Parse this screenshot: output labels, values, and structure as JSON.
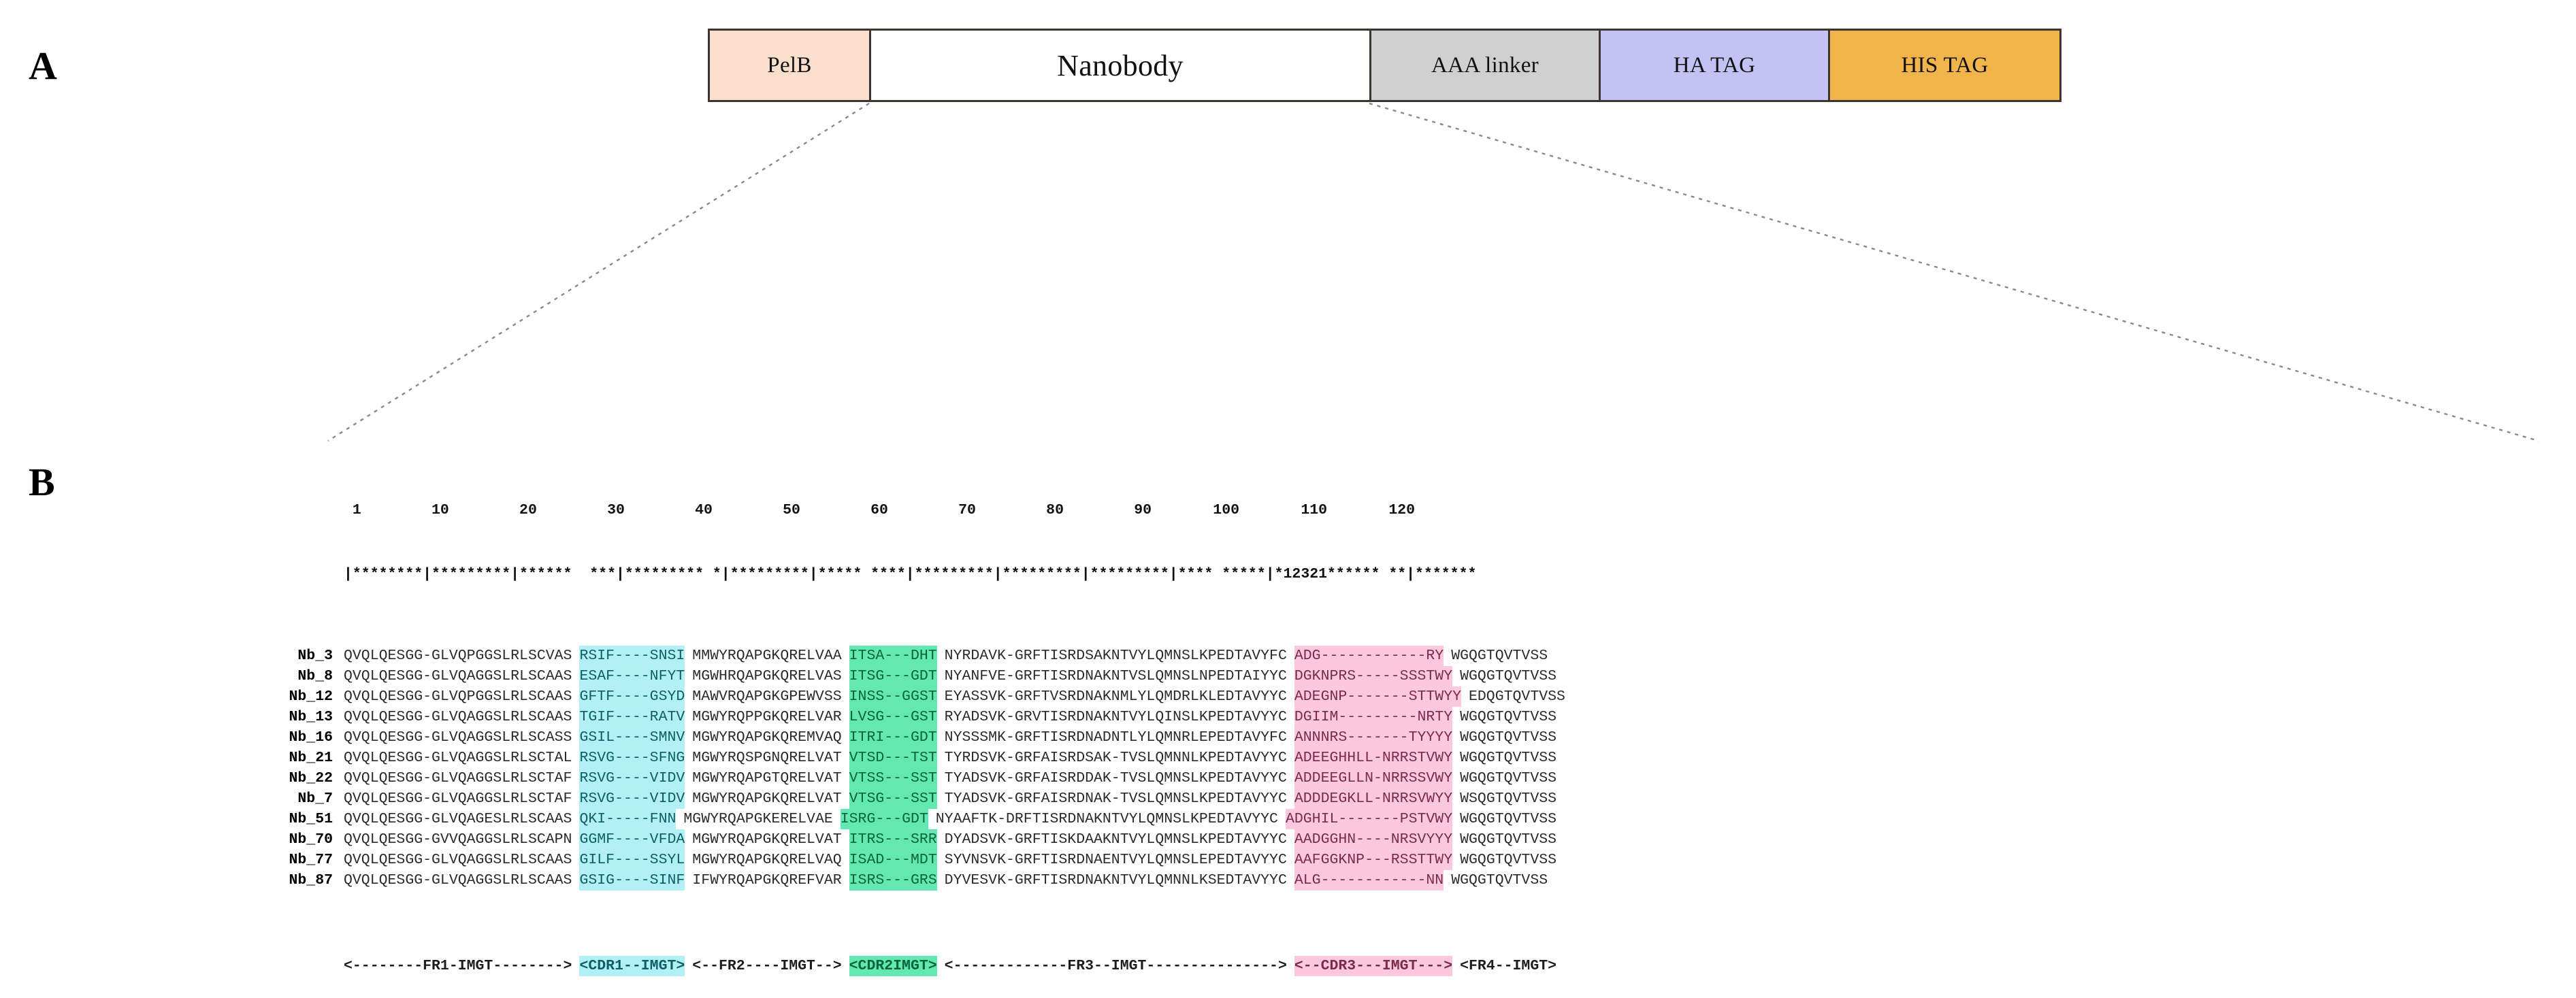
{
  "panels": {
    "a_label": "A",
    "b_label": "B"
  },
  "construct": {
    "segments": [
      {
        "name": "pelb",
        "label": "PelB",
        "color": "#fbdfcd"
      },
      {
        "name": "nanobody",
        "label": "Nanobody",
        "color": "#ffffff"
      },
      {
        "name": "linker",
        "label": "AAA linker",
        "color": "#cfcfcf"
      },
      {
        "name": "hatag",
        "label": "HA TAG",
        "color": "#c2c2f5"
      },
      {
        "name": "histag",
        "label": "HIS TAG",
        "color": "#f0b44a"
      }
    ]
  },
  "alignment": {
    "ruler_numbers": " 1        10        20        30        40        50        60        70        80        90       100       110       120",
    "ruler_ticks": "|********|*********|******  ***|********* *|*********|***** ****|*********|*********|*********|**** *****|*12321****** **|*******",
    "regions": {
      "fr1": {
        "label": "FR1",
        "color": "#ffffff",
        "text_color": "#2b2b2b"
      },
      "cdr1": {
        "label": "CDR1",
        "color": "#b3f0f5",
        "text_color": "#0d5f66"
      },
      "fr2": {
        "label": "FR2",
        "color": "#ffffff",
        "text_color": "#2b2b2b"
      },
      "cdr2": {
        "label": "CDR2",
        "color": "#62e8b0",
        "text_color": "#08643c"
      },
      "fr3": {
        "label": "FR3",
        "color": "#ffffff",
        "text_color": "#2b2b2b"
      },
      "cdr3": {
        "label": "CDR3",
        "color": "#fbc8dd",
        "text_color": "#7a2b4c"
      },
      "fr4": {
        "label": "FR4",
        "color": "#ffffff",
        "text_color": "#2b2b2b"
      }
    },
    "footer": {
      "fr1": "<--------FR1-IMGT-------->",
      "cdr1": "<CDR1--IMGT>",
      "fr2": "<--FR2----IMGT-->",
      "cdr2": "<CDR2IMGT>",
      "fr3": "<-------------FR3--IMGT--------------->",
      "cdr3": "<--CDR3---IMGT--->",
      "fr4": "<FR4--IMGT>"
    },
    "rows": [
      {
        "label": "Nb_3",
        "fr1": "QVQLQESGG-GLVQPGGSLRLSCVAS",
        "cdr1": "RSIF----SNSI",
        "fr2": "MMWYRQAPGKQRELVAA",
        "cdr2": "ITSA---DHT",
        "fr3": "NYRDAVK-GRFTISRDSAKNTVYLQMNSLKPEDTAVYFC",
        "cdr3": "ADG------------RY",
        "fr4": "WGQGTQVTVSS"
      },
      {
        "label": "Nb_8",
        "fr1": "QVQLQESGG-GLVQAGGSLRLSCAAS",
        "cdr1": "ESAF----NFYT",
        "fr2": "MGWHRQAPGKQRELVAS",
        "cdr2": "ITSG---GDT",
        "fr3": "NYANFVE-GRFTISRDNAKNTVSLQMNSLNPEDTAIYYC",
        "cdr3": "DGKNPRS-----SSSTWY",
        "fr4": "WGQGTQVTVSS"
      },
      {
        "label": "Nb_12",
        "fr1": "QVQLQESGG-GLVQPGGSLRLSCAAS",
        "cdr1": "GFTF----GSYD",
        "fr2": "MAWVRQAPGKGPEWVSS",
        "cdr2": "INSS--GGST",
        "fr3": "EYASSVK-GRFTVSRDNAKNMLYLQMDRLKLEDTAVYYC",
        "cdr3": "ADEGNP-------STTWYY",
        "fr4": "EDQGTQVTVSS"
      },
      {
        "label": "Nb_13",
        "fr1": "QVQLQESGG-GLVQAGGSLRLSCAAS",
        "cdr1": "TGIF----RATV",
        "fr2": "MGWYRQPPGKQRELVAR",
        "cdr2": "LVSG---GST",
        "fr3": "RYADSVK-GRVTISRDNAKNTVYLQINSLKPEDTAVYYC",
        "cdr3": "DGIIM---------NRTY",
        "fr4": "WGQGTQVTVSS"
      },
      {
        "label": "Nb_16",
        "fr1": "QVQLQESGG-GLVQAGGSLRLSCASS",
        "cdr1": "GSIL----SMNV",
        "fr2": "MGWYRQAPGKQREMVAQ",
        "cdr2": "ITRI---GDT",
        "fr3": "NYSSSMK-GRFTISRDNADNTLYLQMNRLEPEDTAVYFC",
        "cdr3": "ANNNRS-------TYYYY",
        "fr4": "WGQGTQVTVSS"
      },
      {
        "label": "Nb_21",
        "fr1": "QVQLQESGG-GLVQAGGSLRLSCTAL",
        "cdr1": "RSVG----SFNG",
        "fr2": "MGWYRQSPGNQRELVAT",
        "cdr2": "VTSD---TST",
        "fr3": "TYRDSVK-GRFAISRDSAK-TVSLQMNNLKPEDTAVYYC",
        "cdr3": "ADEEGHHLL-NRRSTVWY",
        "fr4": "WGQGTQVTVSS"
      },
      {
        "label": "Nb_22",
        "fr1": "QVQLQESGG-GLVQAGGSLRLSCTAF",
        "cdr1": "RSVG----VIDV",
        "fr2": "MGWYRQAPGTQRELVAT",
        "cdr2": "VTSS---SST",
        "fr3": "TYADSVK-GRFAISRDDAK-TVSLQMNSLKPEDTAVYYC",
        "cdr3": "ADDEEGLLN-NRRSSVWY",
        "fr4": "WGQGTQVTVSS"
      },
      {
        "label": "Nb_7",
        "fr1": "QVQLQESGG-GLVQAGGSLRLSCTAF",
        "cdr1": "RSVG----VIDV",
        "fr2": "MGWYRQAPGKQRELVAT",
        "cdr2": "VTSG---SST",
        "fr3": "TYADSVK-GRFAISRDNAK-TVSLQMNSLKPEDTAVYYC",
        "cdr3": "ADDDEGKLL-NRRSVWYY",
        "fr4": "WSQGTQVTVSS"
      },
      {
        "label": "Nb_51",
        "fr1": "QVQLQESGG-GLVQAGESLRLSCAAS",
        "cdr1": "QKI-----FNN",
        "fr2": "MGWYRQAPGKERELVAE",
        "cdr2": "ISRG---GDT",
        "fr3": "NYAAFTK-DRFTISRDNAKNTVYLQMNSLKPEDTAVYYC",
        "cdr3": "ADGHIL-------PSTVWY",
        "fr4": "WGQGTQVTVSS"
      },
      {
        "label": "Nb_70",
        "fr1": "QVQLQESGG-GVVQAGGSLRLSCAPN",
        "cdr1": "GGMF----VFDA",
        "fr2": "MGWYRQAPGKQRELVAT",
        "cdr2": "ITRS---SRR",
        "fr3": "DYADSVK-GRFTISKDAAKNTVYLQMNSLKPEDTAVYYC",
        "cdr3": "AADGGHN----NRSVYYY",
        "fr4": "WGQGTQVTVSS"
      },
      {
        "label": "Nb_77",
        "fr1": "QVQLQESGG-GLVQAGGSLRLSCAAS",
        "cdr1": "GILF----SSYL",
        "fr2": "MGWYRQAPGKQRELVAQ",
        "cdr2": "ISAD---MDT",
        "fr3": "SYVNSVK-GRFTISRDNAENTVYLQMNSLEPEDTAVYYC",
        "cdr3": "AAFGGKNP---RSSTTWY",
        "fr4": "WGQGTQVTVSS"
      },
      {
        "label": "Nb_87",
        "fr1": "QVQLQESGG-GLVQAGGSLRLSCAAS",
        "cdr1": "GSIG----SINF",
        "fr2": "IFWYRQAPGKQREFVAR",
        "cdr2": "ISRS---GRS",
        "fr3": "DYVESVK-GRFTISRDNAKNTVYLQMNNLKSEDTAVYYC",
        "cdr3": "ALG------------NN",
        "fr4": "WGQGTQVTVSS"
      }
    ]
  }
}
